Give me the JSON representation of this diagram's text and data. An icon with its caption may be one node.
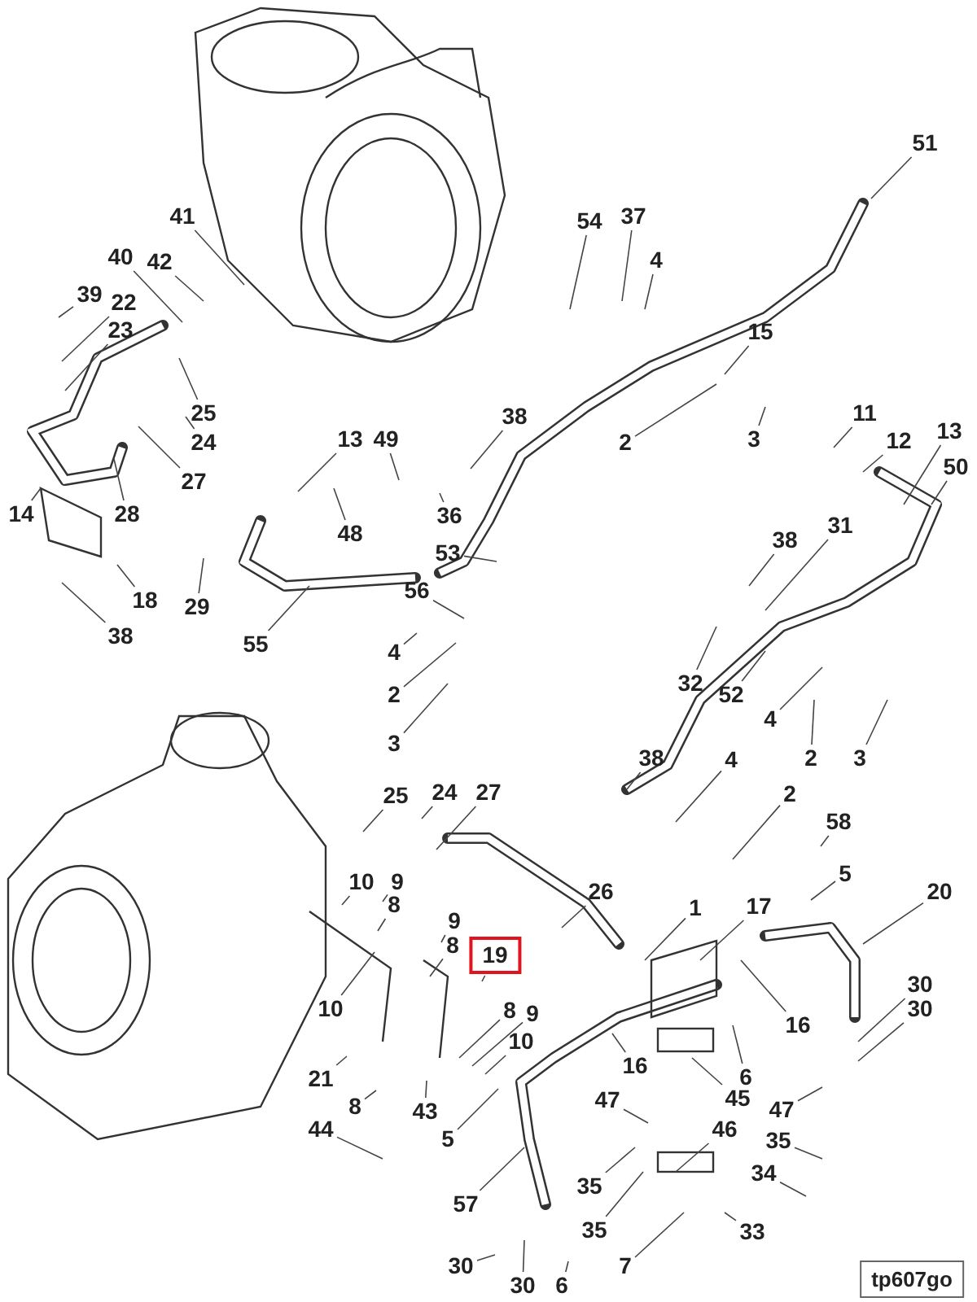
{
  "diagram": {
    "nodes": [
      {
        "text": [
          "51"
        ]
      },
      {
        "text": [
          "54"
        ]
      },
      {
        "text": [
          "37"
        ]
      },
      {
        "text": [
          "41"
        ]
      },
      {
        "text": [
          "4"
        ]
      },
      {
        "text": [
          "40"
        ]
      },
      {
        "text": [
          "42"
        ]
      },
      {
        "text": [
          "39"
        ]
      },
      {
        "text": [
          "22"
        ]
      },
      {
        "text": [
          "23"
        ]
      },
      {
        "text": [
          "15"
        ]
      },
      {
        "text": [
          "25"
        ]
      },
      {
        "text": [
          "38"
        ]
      },
      {
        "text": [
          "11"
        ]
      },
      {
        "text": [
          "13"
        ]
      },
      {
        "text": [
          "49"
        ]
      },
      {
        "text": [
          "24"
        ]
      },
      {
        "text": [
          "12"
        ]
      },
      {
        "text": [
          "13"
        ]
      },
      {
        "text": [
          "2"
        ]
      },
      {
        "text": [
          "3"
        ]
      },
      {
        "text": [
          "50"
        ]
      },
      {
        "text": [
          "27"
        ]
      },
      {
        "text": [
          "14"
        ]
      },
      {
        "text": [
          "28"
        ]
      },
      {
        "text": [
          "36"
        ]
      },
      {
        "text": [
          "48"
        ]
      },
      {
        "text": [
          "38"
        ]
      },
      {
        "text": [
          "31"
        ]
      },
      {
        "text": [
          "53"
        ]
      },
      {
        "text": [
          "18"
        ]
      },
      {
        "text": [
          "29"
        ]
      },
      {
        "text": [
          "56"
        ]
      },
      {
        "text": [
          "55"
        ]
      },
      {
        "text": [
          "38"
        ]
      },
      {
        "text": [
          "4"
        ]
      },
      {
        "text": [
          "32"
        ]
      },
      {
        "text": [
          "52"
        ]
      },
      {
        "text": [
          "4"
        ]
      },
      {
        "text": [
          "2"
        ]
      },
      {
        "text": [
          "2"
        ]
      },
      {
        "text": [
          "3"
        ]
      },
      {
        "text": [
          "38"
        ]
      },
      {
        "text": [
          "4"
        ]
      },
      {
        "text": [
          "3"
        ]
      },
      {
        "text": [
          "25"
        ]
      },
      {
        "text": [
          "24"
        ]
      },
      {
        "text": [
          "27"
        ]
      },
      {
        "text": [
          "2"
        ]
      },
      {
        "text": [
          "58"
        ]
      },
      {
        "text": [
          "10"
        ]
      },
      {
        "text": [
          "9"
        ]
      },
      {
        "text": [
          "8"
        ]
      },
      {
        "text": [
          "26"
        ]
      },
      {
        "text": [
          "1"
        ]
      },
      {
        "text": [
          "17"
        ]
      },
      {
        "text": [
          "5"
        ]
      },
      {
        "text": [
          "20"
        ]
      },
      {
        "text": [
          "9"
        ]
      },
      {
        "text": [
          "8"
        ]
      },
      {
        "text": [
          "19"
        ]
      },
      {
        "text": [
          "10"
        ]
      },
      {
        "text": [
          "16"
        ]
      },
      {
        "text": [
          "8"
        ]
      },
      {
        "text": [
          "9"
        ]
      },
      {
        "text": [
          "10"
        ]
      },
      {
        "text": [
          "30"
        ]
      },
      {
        "text": [
          "30"
        ]
      },
      {
        "text": [
          "16"
        ]
      },
      {
        "text": [
          "21"
        ]
      },
      {
        "text": [
          "6"
        ]
      },
      {
        "text": [
          "8"
        ]
      },
      {
        "text": [
          "45"
        ]
      },
      {
        "text": [
          "47"
        ]
      },
      {
        "text": [
          "47"
        ]
      },
      {
        "text": [
          "43"
        ]
      },
      {
        "text": [
          "44"
        ]
      },
      {
        "text": [
          "5"
        ]
      },
      {
        "text": [
          "46"
        ]
      },
      {
        "text": [
          "35"
        ]
      },
      {
        "text": [
          "34"
        ]
      },
      {
        "text": [
          "35"
        ]
      },
      {
        "text": [
          "57"
        ]
      },
      {
        "text": [
          "35"
        ]
      },
      {
        "text": [
          "33"
        ]
      },
      {
        "text": [
          "7"
        ]
      },
      {
        "text": [
          "30"
        ]
      },
      {
        "text": [
          "30"
        ]
      },
      {
        "text": [
          "6"
        ]
      },
      {
        "text": [
          "tp607go"
        ]
      }
    ],
    "edges": [
      {
        "from": 0,
        "to": null,
        "arrow": "none"
      },
      {
        "from": 1,
        "to": null,
        "arrow": "none"
      },
      {
        "from": 2,
        "to": null,
        "arrow": "none"
      },
      {
        "from": 3,
        "to": null,
        "arrow": "none"
      },
      {
        "from": 4,
        "to": null,
        "arrow": "none"
      },
      {
        "from": 5,
        "to": null,
        "arrow": "none"
      },
      {
        "from": 6,
        "to": null,
        "arrow": "none"
      },
      {
        "from": 7,
        "to": null,
        "arrow": "none"
      },
      {
        "from": 8,
        "to": null,
        "arrow": "none"
      },
      {
        "from": 9,
        "to": null,
        "arrow": "none"
      },
      {
        "from": 10,
        "to": null,
        "arrow": "none"
      },
      {
        "from": 11,
        "to": null,
        "arrow": "none"
      },
      {
        "from": 12,
        "to": null,
        "arrow": "none"
      },
      {
        "from": 13,
        "to": null,
        "arrow": "none"
      },
      {
        "from": 14,
        "to": null,
        "arrow": "none"
      },
      {
        "from": 15,
        "to": null,
        "arrow": "none"
      },
      {
        "from": 16,
        "to": null,
        "arrow": "none"
      },
      {
        "from": 17,
        "to": null,
        "arrow": "none"
      },
      {
        "from": 18,
        "to": null,
        "arrow": "none"
      },
      {
        "from": 19,
        "to": null,
        "arrow": "none"
      },
      {
        "from": 20,
        "to": null,
        "arrow": "none"
      },
      {
        "from": 21,
        "to": null,
        "arrow": "none"
      },
      {
        "from": 22,
        "to": null,
        "arrow": "none"
      },
      {
        "from": 23,
        "to": null,
        "arrow": "none"
      },
      {
        "from": 24,
        "to": null,
        "arrow": "none"
      },
      {
        "from": 25,
        "to": null,
        "arrow": "none"
      },
      {
        "from": 26,
        "to": null,
        "arrow": "none"
      },
      {
        "from": 27,
        "to": null,
        "arrow": "none"
      },
      {
        "from": 28,
        "to": null,
        "arrow": "none"
      },
      {
        "from": 29,
        "to": null,
        "arrow": "none"
      },
      {
        "from": 30,
        "to": null,
        "arrow": "none"
      },
      {
        "from": 31,
        "to": null,
        "arrow": "none"
      },
      {
        "from": 32,
        "to": null,
        "arrow": "none"
      },
      {
        "from": 33,
        "to": null,
        "arrow": "none"
      },
      {
        "from": 34,
        "to": null,
        "arrow": "none"
      },
      {
        "from": 35,
        "to": null,
        "arrow": "none"
      },
      {
        "from": 36,
        "to": null,
        "arrow": "none"
      },
      {
        "from": 37,
        "to": null,
        "arrow": "none"
      },
      {
        "from": 38,
        "to": null,
        "arrow": "none"
      },
      {
        "from": 39,
        "to": null,
        "arrow": "none"
      },
      {
        "from": 40,
        "to": null,
        "arrow": "none"
      },
      {
        "from": 41,
        "to": null,
        "arrow": "none"
      },
      {
        "from": 42,
        "to": null,
        "arrow": "none"
      },
      {
        "from": 43,
        "to": null,
        "arrow": "none"
      },
      {
        "from": 44,
        "to": null,
        "arrow": "none"
      },
      {
        "from": 45,
        "to": null,
        "arrow": "none"
      },
      {
        "from": 46,
        "to": null,
        "arrow": "none"
      },
      {
        "from": 47,
        "to": null,
        "arrow": "none"
      },
      {
        "from": 48,
        "to": null,
        "arrow": "none"
      },
      {
        "from": 49,
        "to": null,
        "arrow": "none"
      },
      {
        "from": 50,
        "to": null,
        "arrow": "none"
      },
      {
        "from": 51,
        "to": null,
        "arrow": "none"
      },
      {
        "from": 52,
        "to": null,
        "arrow": "none"
      },
      {
        "from": 53,
        "to": null,
        "arrow": "none"
      },
      {
        "from": 54,
        "to": null,
        "arrow": "none"
      },
      {
        "from": 55,
        "to": null,
        "arrow": "none"
      },
      {
        "from": 56,
        "to": null,
        "arrow": "none"
      },
      {
        "from": 57,
        "to": null,
        "arrow": "none"
      },
      {
        "from": 58,
        "to": null,
        "arrow": "none"
      },
      {
        "from": 59,
        "to": null,
        "arrow": "none"
      },
      {
        "from": 60,
        "to": null,
        "arrow": "none"
      },
      {
        "from": 61,
        "to": null,
        "arrow": "none"
      },
      {
        "from": 62,
        "to": null,
        "arrow": "none"
      },
      {
        "from": 63,
        "to": null,
        "arrow": "none"
      },
      {
        "from": 64,
        "to": null,
        "arrow": "none"
      },
      {
        "from": 65,
        "to": null,
        "arrow": "none"
      },
      {
        "from": 66,
        "to": null,
        "arrow": "none"
      },
      {
        "from": 67,
        "to": null,
        "arrow": "none"
      },
      {
        "from": 68,
        "to": null,
        "arrow": "none"
      },
      {
        "from": 69,
        "to": null,
        "arrow": "none"
      },
      {
        "from": 70,
        "to": null,
        "arrow": "none"
      },
      {
        "from": 71,
        "to": null,
        "arrow": "none"
      },
      {
        "from": 72,
        "to": null,
        "arrow": "none"
      },
      {
        "from": 73,
        "to": null,
        "arrow": "none"
      },
      {
        "from": 74,
        "to": null,
        "arrow": "none"
      },
      {
        "from": 75,
        "to": null,
        "arrow": "none"
      },
      {
        "from": 76,
        "to": null,
        "arrow": "none"
      },
      {
        "from": 77,
        "to": null,
        "arrow": "none"
      },
      {
        "from": 78,
        "to": null,
        "arrow": "none"
      },
      {
        "from": 79,
        "to": null,
        "arrow": "none"
      },
      {
        "from": 80,
        "to": null,
        "arrow": "none"
      },
      {
        "from": 81,
        "to": null,
        "arrow": "none"
      },
      {
        "from": 82,
        "to": null,
        "arrow": "none"
      },
      {
        "from": 83,
        "to": null,
        "arrow": "none"
      },
      {
        "from": 84,
        "to": null,
        "arrow": "none"
      },
      {
        "from": 85,
        "to": null,
        "arrow": "none"
      },
      {
        "from": 86,
        "to": null,
        "arrow": "none"
      },
      {
        "from": 87,
        "to": null,
        "arrow": "none"
      },
      {
        "from": 88,
        "to": null,
        "arrow": "none"
      }
    ]
  }
}
